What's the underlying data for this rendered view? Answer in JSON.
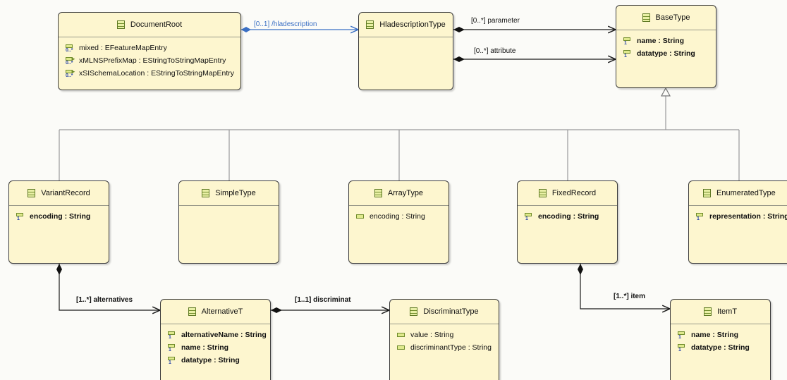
{
  "classes": {
    "document_root": {
      "title": "DocumentRoot",
      "attributes": [
        {
          "text": "mixed : EFeatureMapEntry",
          "icon": "many-attribute-icon"
        },
        {
          "text": "xMLNSPrefixMap : EStringToStringMapEntry",
          "icon": "many-reference-icon"
        },
        {
          "text": "xSISchemaLocation : EStringToStringMapEntry",
          "icon": "many-reference-icon"
        }
      ]
    },
    "hladescription_type": {
      "title": "HladescriptionType",
      "attributes": []
    },
    "base_type": {
      "title": "BaseType",
      "attributes": [
        {
          "text": "name : String",
          "icon": "required-attribute-icon"
        },
        {
          "text": "datatype : String",
          "icon": "required-attribute-icon"
        }
      ]
    },
    "variant_record": {
      "title": "VariantRecord",
      "attributes": [
        {
          "text": "encoding : String",
          "icon": "required-attribute-icon"
        }
      ]
    },
    "simple_type": {
      "title": "SimpleType",
      "attributes": []
    },
    "array_type": {
      "title": "ArrayType",
      "attributes": [
        {
          "text": "encoding : String",
          "icon": "optional-attribute-icon"
        }
      ]
    },
    "fixed_record": {
      "title": "FixedRecord",
      "attributes": [
        {
          "text": "encoding : String",
          "icon": "required-attribute-icon"
        }
      ]
    },
    "enumerated_type": {
      "title": "EnumeratedType",
      "attributes": [
        {
          "text": "representation : String",
          "icon": "required-attribute-icon"
        }
      ]
    },
    "alternative_t": {
      "title": "AlternativeT",
      "attributes": [
        {
          "text": "alternativeName : String",
          "icon": "required-attribute-icon"
        },
        {
          "text": "name : String",
          "icon": "required-attribute-icon"
        },
        {
          "text": "datatype : String",
          "icon": "required-attribute-icon"
        }
      ]
    },
    "discriminat_type": {
      "title": "DiscriminatType",
      "attributes": [
        {
          "text": "value : String",
          "icon": "optional-attribute-icon"
        },
        {
          "text": "discriminantType : String",
          "icon": "optional-attribute-icon"
        }
      ]
    },
    "item_t": {
      "title": "ItemT",
      "attributes": [
        {
          "text": "name : String",
          "icon": "required-attribute-icon"
        },
        {
          "text": "datatype : String",
          "icon": "required-attribute-icon"
        }
      ]
    }
  },
  "relations": {
    "hladescription": "[0..1] /hladescription",
    "parameter": "[0..*] parameter",
    "attribute": "[0..*] attribute",
    "alternatives": "[1..*] alternatives",
    "discriminat": "[1..1] discriminat",
    "item": "[1..*] item"
  },
  "colors": {
    "class_fill": "#fdf6cf",
    "derived_link": "#3a6fc4",
    "edge": "#1a1a1a",
    "inheritance_edge": "#9a9a9a"
  }
}
